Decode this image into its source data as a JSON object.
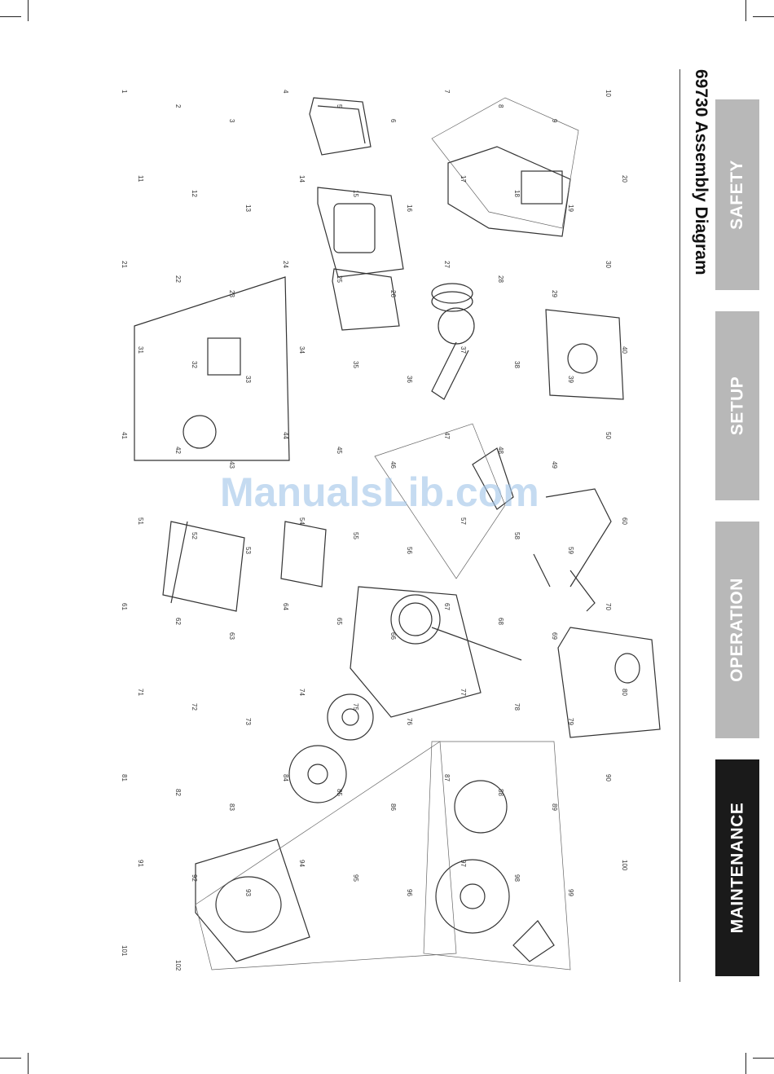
{
  "page": {
    "title": "69730 Assembly Diagram",
    "watermark": "ManualsLib.com"
  },
  "tabs": [
    {
      "label": "SAFETY",
      "active": false
    },
    {
      "label": "SETUP",
      "active": false
    },
    {
      "label": "OPERATION",
      "active": false
    },
    {
      "label": "MAINTENANCE",
      "active": true
    }
  ],
  "colors": {
    "tab_inactive": "#b8b8b8",
    "tab_active": "#1a1a1a",
    "line": "#444444"
  },
  "part_labels": [
    "1",
    "2",
    "3",
    "4",
    "5",
    "6",
    "7",
    "8",
    "9",
    "10",
    "11",
    "12",
    "13",
    "14",
    "15",
    "16",
    "17",
    "18",
    "19",
    "20",
    "21",
    "22",
    "23",
    "24",
    "25",
    "26",
    "27",
    "28",
    "29",
    "30",
    "31",
    "32",
    "33",
    "34",
    "35",
    "36",
    "37",
    "38",
    "39",
    "40",
    "41",
    "42",
    "43",
    "44",
    "45",
    "46",
    "47",
    "48",
    "49",
    "50",
    "51",
    "52",
    "53",
    "54",
    "55",
    "56",
    "57",
    "58",
    "59",
    "60",
    "61",
    "62",
    "63",
    "64",
    "65",
    "66",
    "67",
    "68",
    "69",
    "70",
    "71",
    "72",
    "73",
    "74",
    "75",
    "76",
    "77",
    "78",
    "79",
    "80",
    "81",
    "82",
    "83",
    "84",
    "85",
    "86",
    "87",
    "88",
    "89",
    "90",
    "91",
    "92",
    "93",
    "94",
    "95",
    "96",
    "97",
    "98",
    "99",
    "100",
    "101",
    "102"
  ]
}
